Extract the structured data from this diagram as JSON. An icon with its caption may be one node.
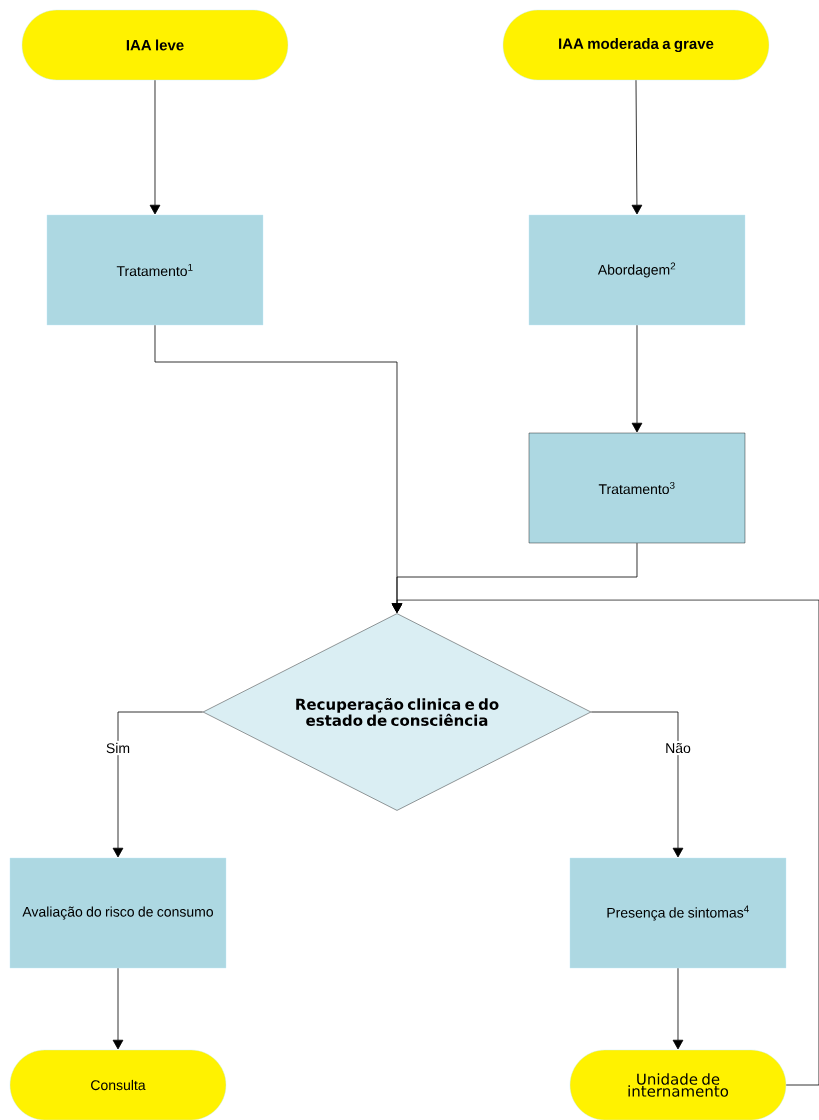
{
  "diagram": {
    "nodes": [
      {
        "text": [
          "IAA leve"
        ]
      },
      {
        "text": [
          "IAA moderada a grave"
        ]
      },
      {
        "text": [
          "Tratamento$^{1}$"
        ]
      },
      {
        "text": [
          "Abordagem$^{2}$"
        ]
      },
      {
        "text": [
          "Tratamento$^{3}$"
        ]
      },
      {
        "text": [
          "Recuperação clinica e do estado de consciência"
        ]
      },
      {
        "text": [
          "Avaliação do risco de consumo"
        ]
      },
      {
        "text": [
          "Presença de sintomas$^{4}$"
        ]
      },
      {
        "text": [
          "Consulta"
        ]
      },
      {
        "text": [
          "Unidade de internamento"
        ]
      }
    ],
    "edges": [
      {
        "from": 0,
        "to": 2,
        "arrow": "to"
      },
      {
        "from": 1,
        "to": 3,
        "arrow": "to"
      },
      {
        "from": 3,
        "to": 4,
        "arrow": "to"
      },
      {
        "from": 2,
        "to": 5,
        "arrow": "to"
      },
      {
        "from": 4,
        "to": 5,
        "arrow": "to"
      },
      {
        "from": 5,
        "to": 6,
        "arrow": "to",
        "label": "Sim"
      },
      {
        "from": 5,
        "to": 7,
        "arrow": "to",
        "label": "Não"
      },
      {
        "from": 6,
        "to": 8,
        "arrow": "to"
      },
      {
        "from": 7,
        "to": 9,
        "arrow": "to"
      },
      {
        "from": 9,
        "to": 5,
        "arrow": "to"
      }
    ]
  }
}
